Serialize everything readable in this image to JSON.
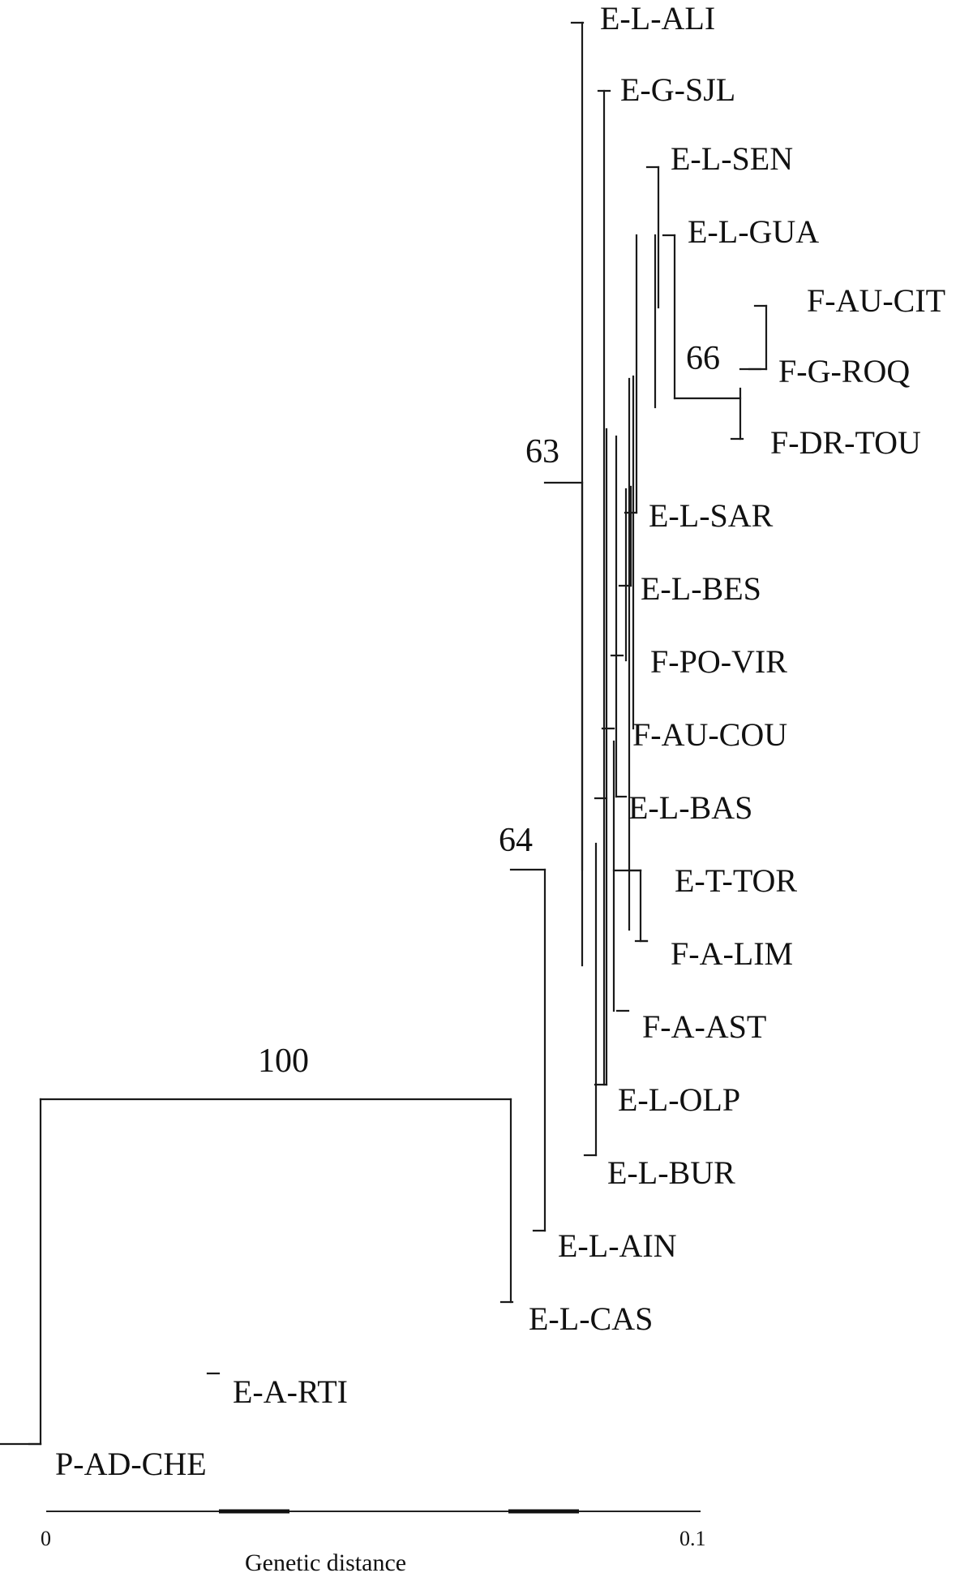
{
  "tree": {
    "leaves": [
      "E-L-ALI",
      "E-G-SJL",
      "E-L-SEN",
      "E-L-GUA",
      "F-AU-CIT",
      "F-G-ROQ",
      "F-DR-TOU",
      "E-L-SAR",
      "E-L-BES",
      "F-PO-VIR",
      "F-AU-COU",
      "E-L-BAS",
      "E-T-TOR",
      "F-A-LIM",
      "F-A-AST",
      "E-L-OLP",
      "E-L-BUR",
      "E-L-AIN",
      "E-L-CAS",
      "E-A-RTI",
      "P-AD-CHE"
    ],
    "support_values": [
      "100",
      "64",
      "63",
      "66"
    ]
  },
  "scale": {
    "min_label": "0",
    "max_label": "0.1",
    "title": "Genetic distance"
  }
}
